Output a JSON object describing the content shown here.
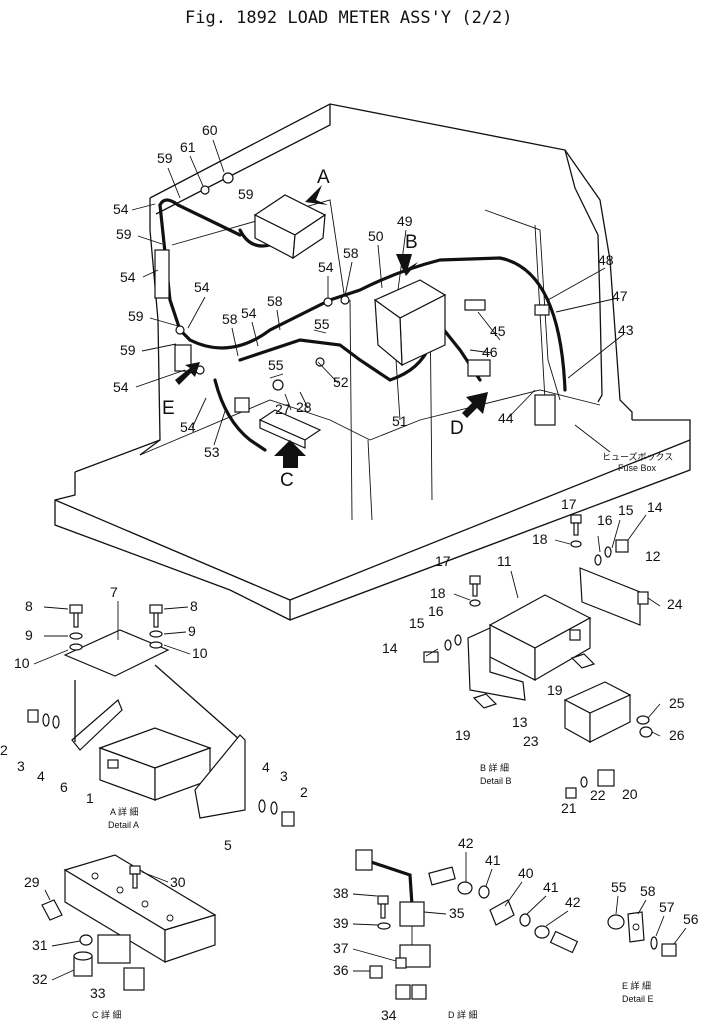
{
  "title": "Fig. 1892  LOAD METER ASS'Y (2/2)",
  "view_labels": {
    "A": "A",
    "B": "B",
    "C": "C",
    "D": "D",
    "E": "E"
  },
  "fuse_box": {
    "jp": "ヒューズボックス",
    "en": "Fuse Box"
  },
  "details": {
    "a_jp": "A 詳 細",
    "a_en": "Detail A",
    "b_jp": "B 詳 細",
    "b_en": "Detail B",
    "c_jp": "C 詳 細",
    "d_jp": "D 詳 細",
    "e_jp": "E 詳 細",
    "e_en": "Detail E"
  },
  "callouts": {
    "main": [
      "60",
      "61",
      "59",
      "59",
      "54",
      "59",
      "54",
      "54",
      "59",
      "59",
      "54",
      "58",
      "54",
      "58",
      "55",
      "55",
      "52",
      "27",
      "28",
      "53",
      "54",
      "50",
      "49",
      "58",
      "54",
      "51",
      "45",
      "46",
      "44",
      "48",
      "47",
      "43"
    ],
    "detail_a": [
      "8",
      "9",
      "10",
      "7",
      "8",
      "9",
      "10",
      "2",
      "3",
      "4",
      "6",
      "1",
      "4",
      "3",
      "2",
      "5"
    ],
    "detail_b": [
      "17",
      "18",
      "16",
      "15",
      "14",
      "12",
      "24",
      "17",
      "18",
      "11",
      "16",
      "15",
      "14",
      "19",
      "13",
      "19",
      "25",
      "23",
      "26",
      "21",
      "22",
      "20"
    ],
    "detail_c": [
      "29",
      "30",
      "31",
      "32",
      "33"
    ],
    "detail_d": [
      "42",
      "41",
      "40",
      "41",
      "42",
      "38",
      "35",
      "39",
      "37",
      "36",
      "34"
    ],
    "detail_e": [
      "55",
      "58",
      "57",
      "56"
    ]
  }
}
